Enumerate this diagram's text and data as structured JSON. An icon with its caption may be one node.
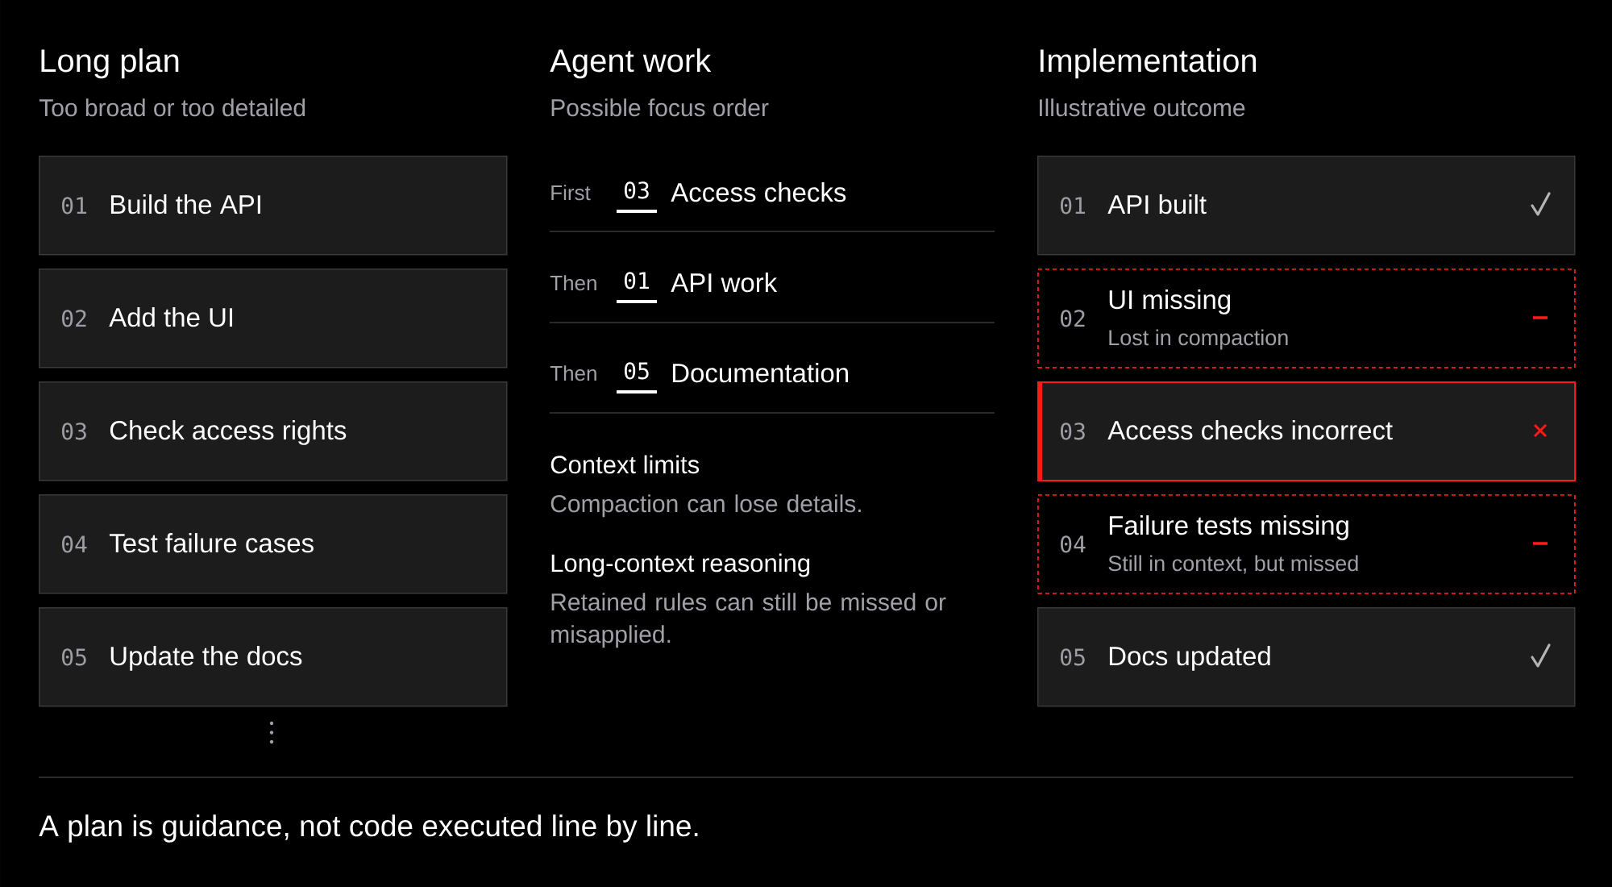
{
  "diagram": {
    "caption": "A plan is guidance, not code executed line by line.",
    "nodes": [
      {
        "text": [
          "01",
          "Build the API"
        ]
      },
      {
        "text": [
          "02",
          "Add the UI"
        ]
      },
      {
        "text": [
          "03",
          "Check access rights"
        ]
      },
      {
        "text": [
          "04",
          "Test failure cases"
        ]
      },
      {
        "text": [
          "05",
          "Update the docs"
        ]
      },
      {
        "text": [
          "01",
          "API built"
        ]
      },
      {
        "text": [
          "02",
          "UI missing",
          "Lost in compaction"
        ]
      },
      {
        "text": [
          "03",
          "Access checks incorrect"
        ]
      },
      {
        "text": [
          "04",
          "Failure tests missing",
          "Still in context, but missed"
        ]
      },
      {
        "text": [
          "05",
          "Docs updated"
        ]
      }
    ],
    "labels": [
      "Long plan",
      "Too broad or too detailed",
      "Agent work",
      "Possible focus order",
      "Implementation",
      "Illustrative outcome",
      "First",
      "03",
      "Access checks",
      "Then",
      "01",
      "API work",
      "Then",
      "05",
      "Documentation",
      "Context limits",
      "Compaction can lose details.",
      "Long-context reasoning",
      "Retained rules can still be missed or misapplied."
    ]
  }
}
